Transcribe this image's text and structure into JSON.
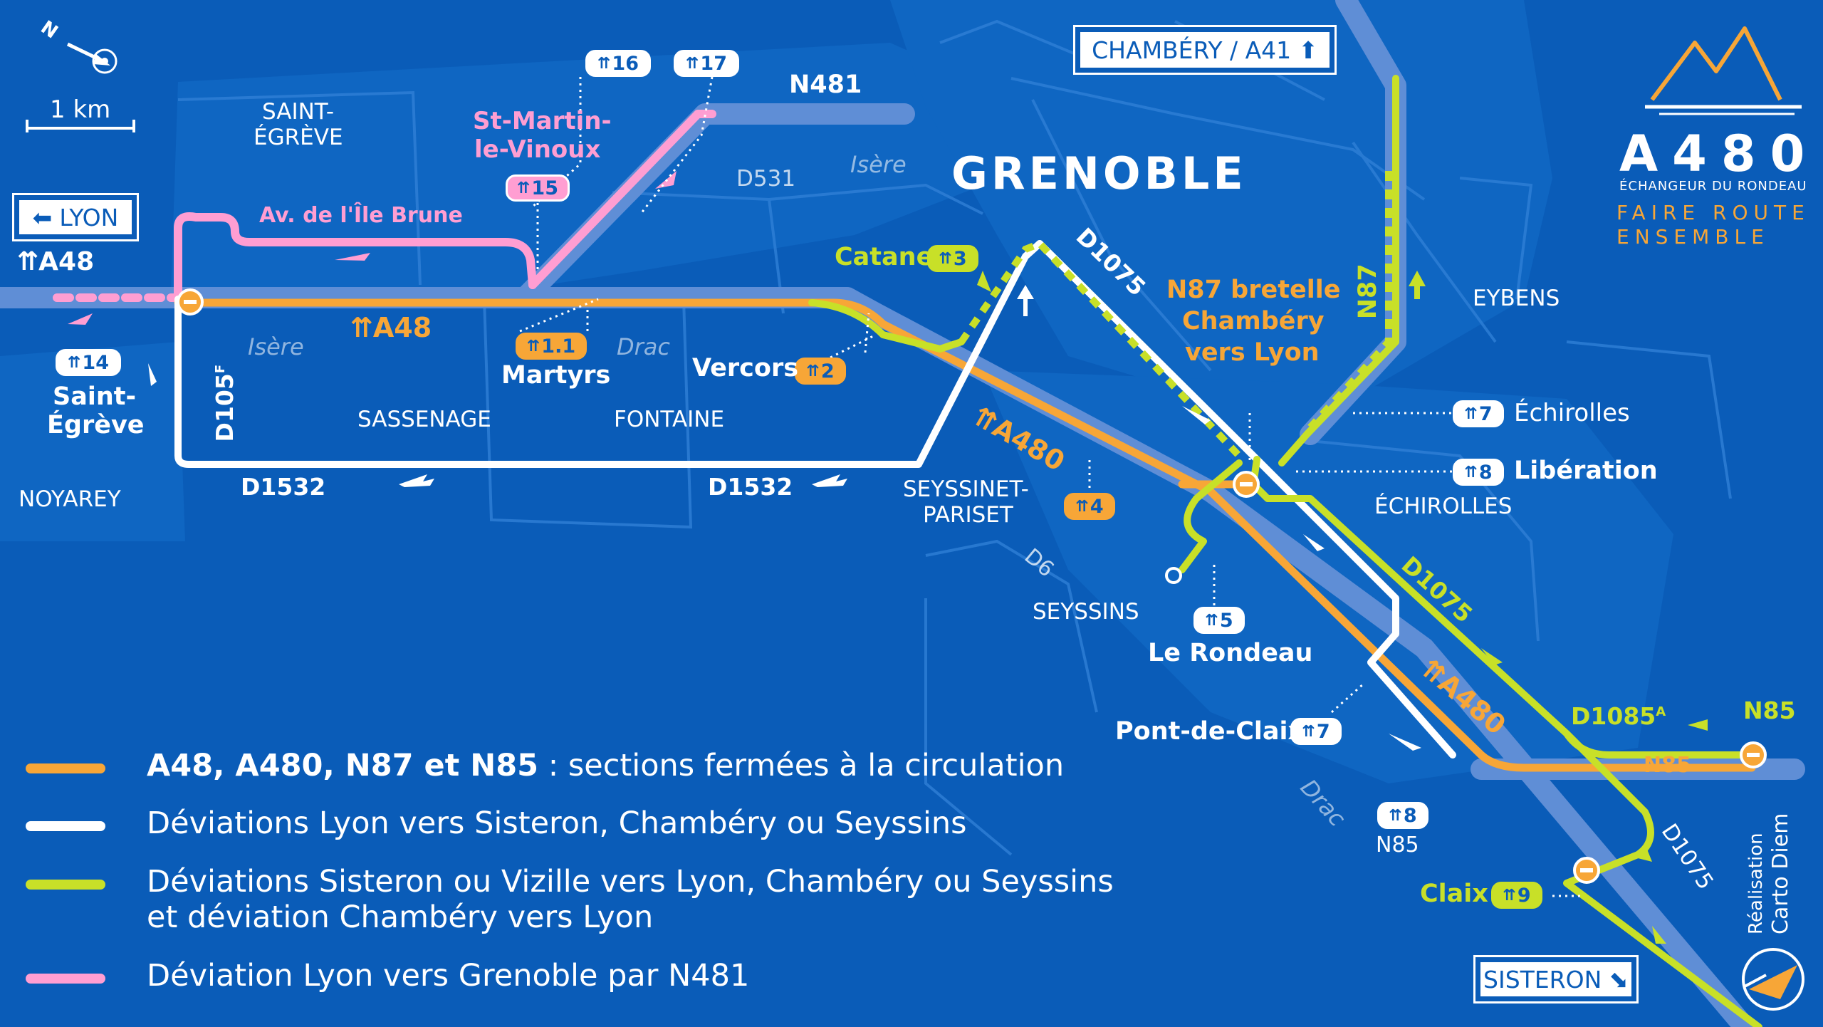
{
  "colors": {
    "background": "#0a5cb8",
    "closed": "#f7a637",
    "detour_white": "#ffffff",
    "detour_green": "#c8e028",
    "detour_pink": "#ff9ed2",
    "road_grey": "#5f8ed6"
  },
  "compass": {
    "north_letter": "N",
    "icon": "compass-icon"
  },
  "scale": {
    "label": "1 km"
  },
  "signs": {
    "lyon": "LYON",
    "chambery": "CHAMBÉRY / A41",
    "sisteron": "SISTERON"
  },
  "brand": {
    "title": "A480",
    "subtitle": "ÉCHANGEUR DU RONDEAU",
    "tagline_1": "FAIRE ROUTE",
    "tagline_2": "ENSEMBLE",
    "logo_icon": "mountain-logo-icon"
  },
  "places": {
    "grenoble": "GRENOBLE",
    "saint_egreve_1": "SAINT-",
    "saint_egreve_2": "ÉGRÈVE",
    "sassenage": "SASSENAGE",
    "fontaine": "FONTAINE",
    "noyarey": "NOYAREY",
    "seyssinet_1": "SEYSSINET-",
    "seyssinet_2": "PARISET",
    "seyssins": "SEYSSINS",
    "echirolles": "ÉCHIROLLES",
    "eybens": "EYBENS"
  },
  "rivers": {
    "isere_top": "Isère",
    "isere_left": "Isère",
    "drac_top": "Drac",
    "drac_bottom": "Drac"
  },
  "roads": {
    "n481": "N481",
    "d531": "D531",
    "a48_left": "A48",
    "a48_mid": "A48",
    "a480_mid": "A480",
    "a480_low": "A480",
    "d1075_top": "D1075",
    "d1075_mid": "D1075",
    "d1075_low": "D1075",
    "n87": "N87",
    "d105f": "D105",
    "d105f_sup": "F",
    "d1532_left": "D1532",
    "d1532_right": "D1532",
    "d6": "D6",
    "d1085a": "D1085",
    "d1085a_sup": "A",
    "n85_right": "N85",
    "n85_mid": "N85",
    "n85_low": "N85",
    "ile_brune": "Av. de l'Île Brune"
  },
  "exits": {
    "e16": "16",
    "e17": "17",
    "e15": "15",
    "e14": "14",
    "e11": "1.1",
    "e3": "3",
    "e2": "2",
    "e4": "4",
    "e5": "5",
    "e7a": "7",
    "e8a": "8",
    "e7b": "7",
    "e8b": "8",
    "e9": "9",
    "st_martin_1": "St-Martin-",
    "st_martin_2": "le-Vinoux",
    "saint_egreve_ex_1": "Saint-",
    "saint_egreve_ex_2": "Égrève",
    "martyrs": "Martyrs",
    "catane": "Catane",
    "vercors": "Vercors",
    "n87_bretelle_1": "N87 bretelle",
    "n87_bretelle_2": "Chambéry",
    "n87_bretelle_3": "vers Lyon",
    "echirolles_ex": "Échirolles",
    "liberation": "Libération",
    "le_rondeau": "Le Rondeau",
    "pont_de_claix": "Pont-de-Claix",
    "claix": "Claix"
  },
  "legend": [
    {
      "bold": "A48, A480, N87 et N85",
      "text": " : sections fermées à la circulation",
      "color": "#f7a637"
    },
    {
      "bold": "",
      "text": "Déviations Lyon vers Sisteron, Chambéry ou Seyssins",
      "color": "#ffffff"
    },
    {
      "bold": "",
      "text": "Déviations Sisteron ou Vizille vers Lyon, Chambéry ou Seyssins",
      "text2": "et déviation Chambéry vers Lyon",
      "color": "#c8e028"
    },
    {
      "bold": "",
      "text": "Déviation Lyon vers Grenoble par N481",
      "color": "#ff9ed2"
    }
  ],
  "credit": {
    "line1": "Réalisation",
    "line2": "Carto Diem"
  }
}
